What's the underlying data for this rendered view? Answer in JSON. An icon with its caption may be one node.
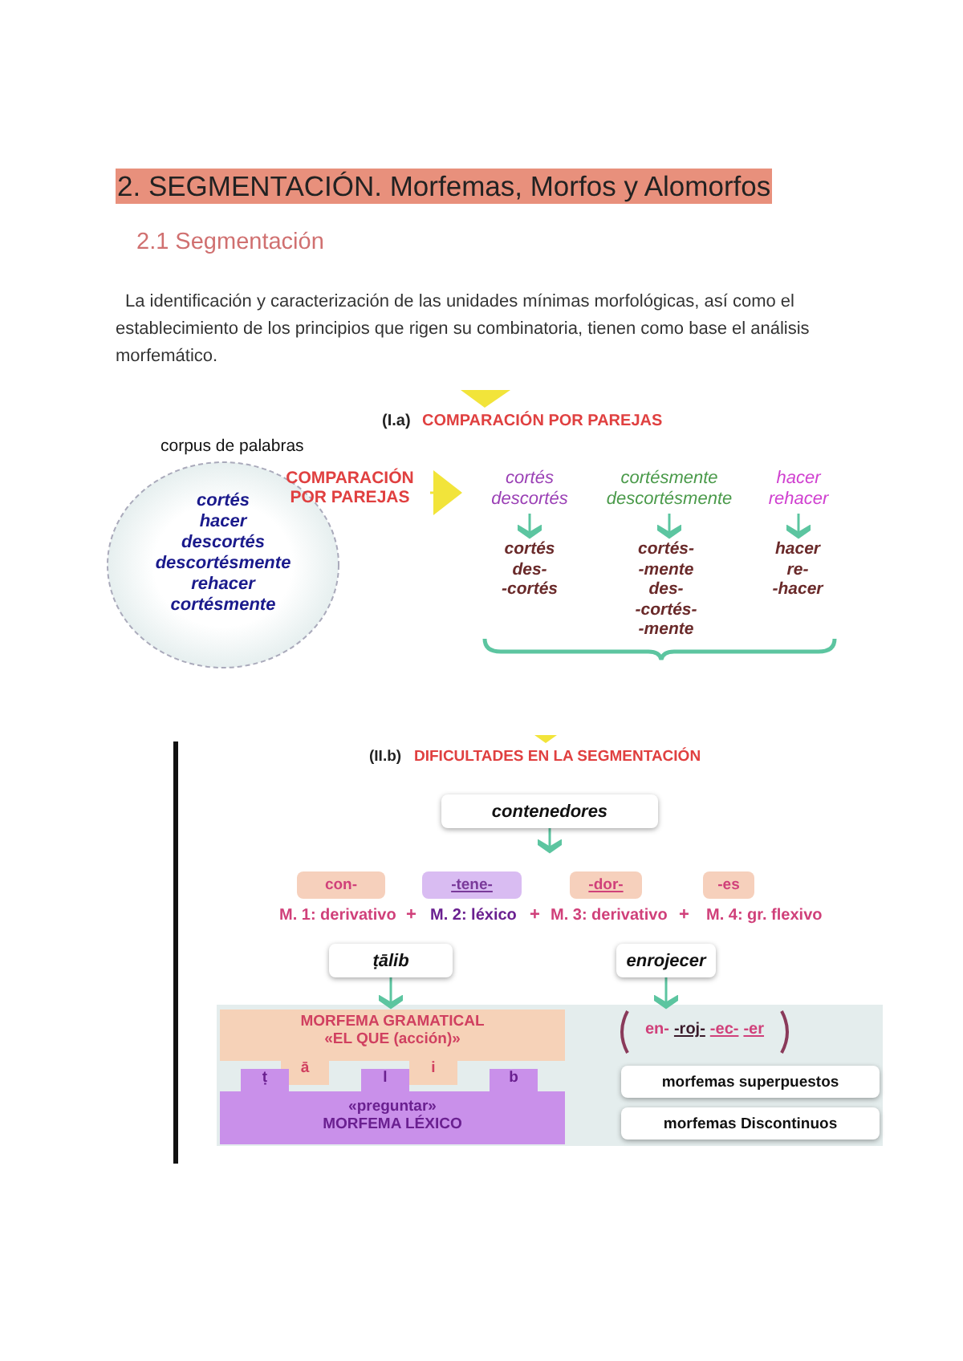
{
  "diagram": {
    "title": "2. SEGMENTACIÓN. Morfemas, Morfos y Alomorfos",
    "nodes": [
      {
        "text": [
          "corpus de palabras",
          "cortés hacer descortés descortésmente rehacer cortésmente"
        ]
      },
      {
        "text": [
          "COMPARACIÓN POR PAREJAS"
        ]
      },
      {
        "text": [
          "cortés descortés"
        ]
      },
      {
        "text": [
          "cortésmente descortésmente"
        ]
      },
      {
        "text": [
          "hacer rehacer"
        ]
      },
      {
        "text": [
          "cortés des- -cortés"
        ]
      },
      {
        "text": [
          "cortés- -mente des- -cortés- -mente"
        ]
      },
      {
        "text": [
          "hacer re- -hacer"
        ]
      },
      {
        "text": [
          "contenedores"
        ]
      },
      {
        "text": [
          "con-"
        ]
      },
      {
        "text": [
          "-tene-"
        ]
      },
      {
        "text": [
          "-dor-"
        ]
      },
      {
        "text": [
          "-es"
        ]
      },
      {
        "text": [
          "ṭālib"
        ]
      },
      {
        "text": [
          "enrojecer"
        ]
      },
      {
        "text": [
          "MORFEMA GRAMATICAL «EL QUE (acción)»",
          "ā",
          "i"
        ]
      },
      {
        "text": [
          "ṭ",
          "l",
          "b",
          "«preguntar» MORFEMA LÉXICO"
        ]
      },
      {
        "text": [
          "en-",
          "-roj-",
          "-ec-",
          "-er"
        ]
      },
      {
        "text": [
          "morfemas superpuestos"
        ]
      },
      {
        "text": [
          "morfemas Discontinuos"
        ]
      }
    ],
    "edges": [
      {
        "from": 1,
        "to": 2,
        "arrow": "to",
        "color": "#f2e43a"
      },
      {
        "from": 2,
        "to": 5,
        "arrow": "to"
      },
      {
        "from": 3,
        "to": 6,
        "arrow": "to"
      },
      {
        "from": 4,
        "to": 7,
        "arrow": "to"
      },
      {
        "from": 8,
        "to": null,
        "arrow": "to"
      },
      {
        "from": 13,
        "to": 15,
        "arrow": "to"
      },
      {
        "from": 14,
        "to": 17,
        "arrow": "to"
      }
    ],
    "labels": [
      "2.1 Segmentación",
      "La identificación y caracterización de las unidades mínimas morfológicas, así como el establecimiento de los principios que rigen su combinatoria, tienen como base el análisis morfemático.",
      "(I.a)",
      "COMPARACIÓN POR PAREJAS",
      "(II.b)",
      "DIFICULTADES EN LA SEGMENTACIÓN",
      "M. 1: derivativo",
      "+",
      "M. 2: léxico",
      "+",
      "M. 3: derivativo",
      "+",
      "M. 4: gr. flexivo"
    ]
  }
}
